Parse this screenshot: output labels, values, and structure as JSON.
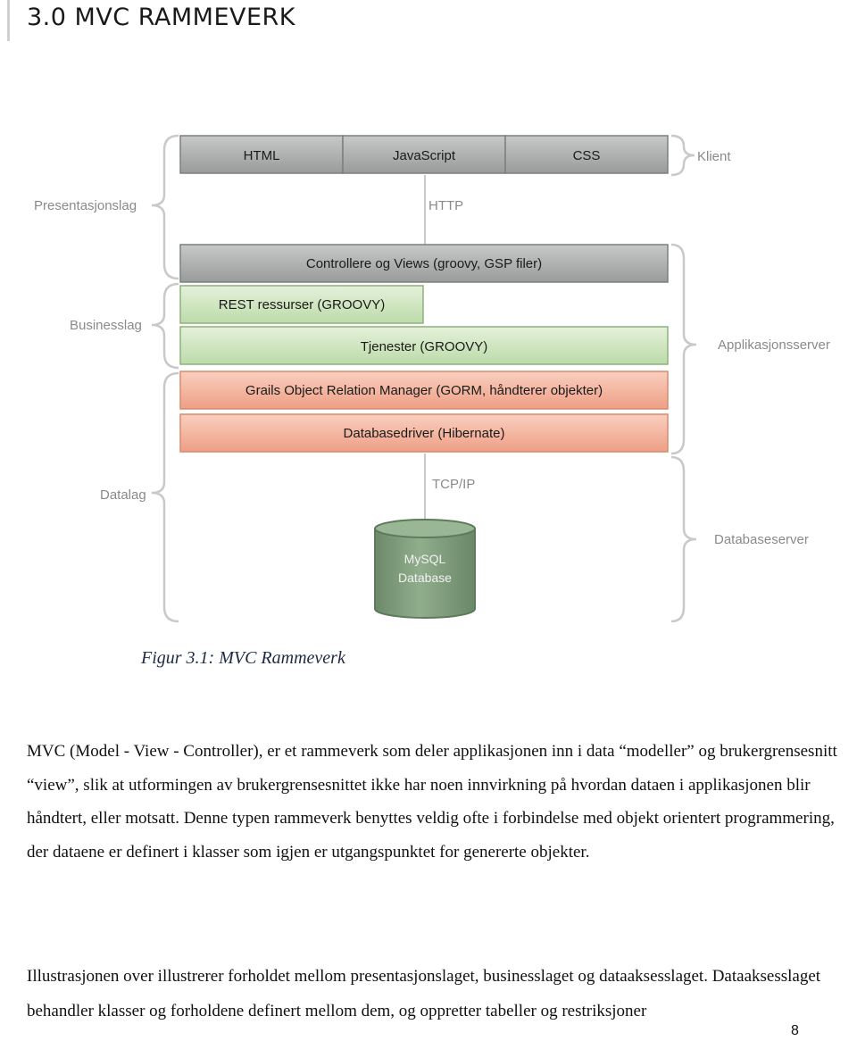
{
  "section_heading": "3.0 MVC RAMMEVERK",
  "diagram": {
    "client_row": [
      "HTML",
      "JavaScript",
      "CSS"
    ],
    "label_klient": "Klient",
    "label_presentasjonslag": "Presentasjonslag",
    "label_http": "HTTP",
    "controllers": "Controllere og Views (groovy, GSP filer)",
    "rest": "REST ressurser (GROOVY)",
    "tjenester": "Tjenester (GROOVY)",
    "label_businesslag": "Businesslag",
    "label_applikasjonsserver": "Applikasjonsserver",
    "gorm": "Grails Object Relation Manager (GORM, håndterer objekter)",
    "databasedriver": "Databasedriver (Hibernate)",
    "label_tcpip": "TCP/IP",
    "label_datalag": "Datalag",
    "database_line1": "MySQL",
    "database_line2": "Database",
    "label_databaseserver": "Databaseserver",
    "colors": {
      "grey_fill": "#a9aaaa",
      "green_fill": "#cfe5c1",
      "salmon_fill": "#f2b19b",
      "db_fill": "#7b9a78",
      "label_text": "#8a8a8a"
    }
  },
  "caption": "Figur 3.1: MVC Rammeverk",
  "paragraph1": "MVC (Model - View - Controller), er et rammeverk som deler applikasjonen inn i data “modeller” og brukergrensesnitt “view”, slik at utformingen av brukergrensesnittet ikke har noen innvirkning på hvordan dataen i applikasjonen blir håndtert, eller motsatt. Denne typen rammeverk benyttes veldig ofte i forbindelse med objekt orientert programmering, der dataene er definert i klasser som igjen er utgangspunktet for genererte objekter.",
  "paragraph2": "Illustrasjonen over illustrerer forholdet mellom presentasjonslaget, businesslaget og dataaksesslaget. Dataaksesslaget behandler klasser og forholdene definert mellom dem, og oppretter tabeller og restriksjoner",
  "page_number": "8"
}
